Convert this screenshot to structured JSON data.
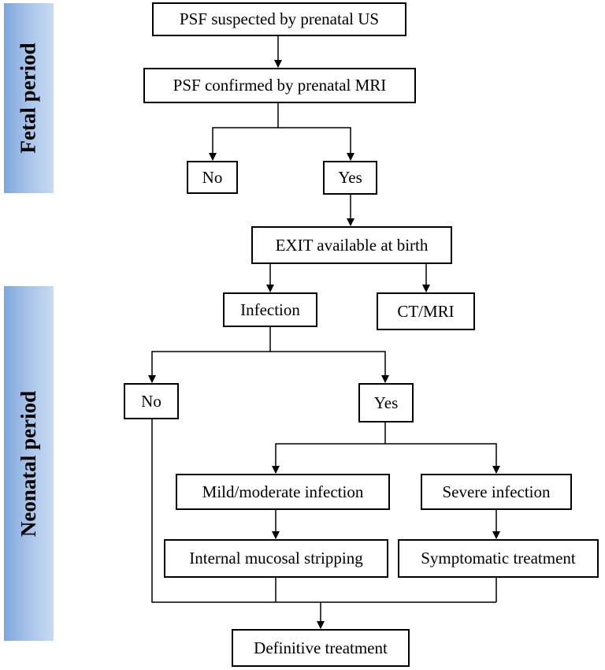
{
  "periods": {
    "fetal": "Fetal period",
    "neonatal": "Neonatal period"
  },
  "nodes": {
    "psf_suspected": "PSF suspected by prenatal US",
    "psf_confirmed": "PSF confirmed by prenatal MRI",
    "no_1": "No",
    "yes_1": "Yes",
    "exit_available": "EXIT available at birth",
    "infection": "Infection",
    "ct_mri": "CT/MRI",
    "no_2": "No",
    "yes_2": "Yes",
    "mild_moderate": "Mild/moderate infection",
    "severe": "Severe infection",
    "mucosal_stripping": "Internal mucosal stripping",
    "symptomatic": "Symptomatic treatment",
    "definitive": "Definitive treatment"
  }
}
